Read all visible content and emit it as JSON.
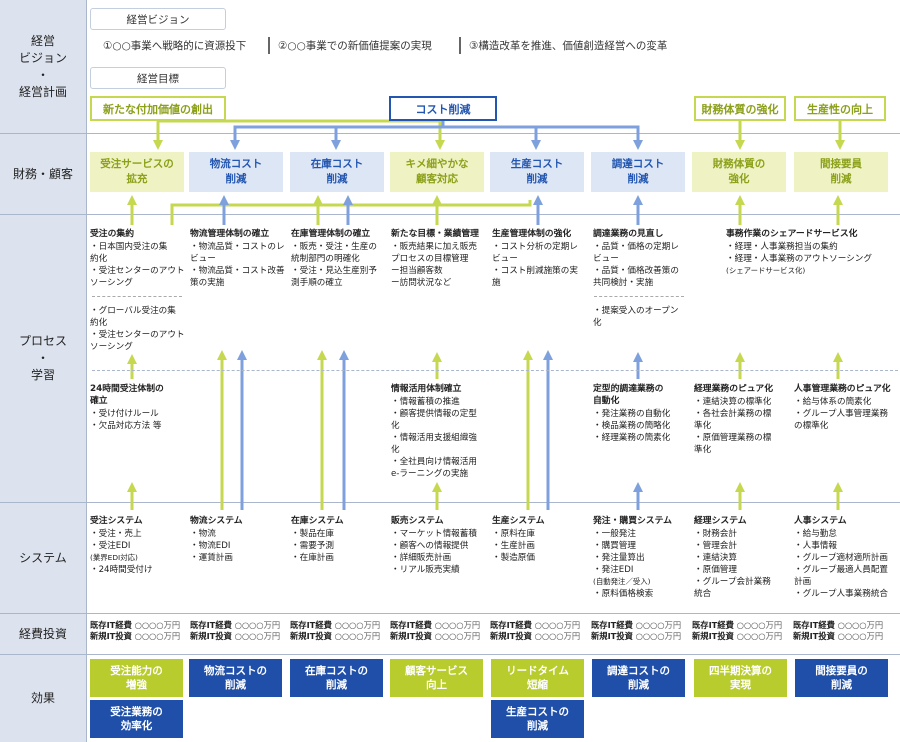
{
  "side_labels": {
    "plan": "経営\nビジョン\n・\n経営計画",
    "finance": "財務・顧客",
    "process": "プロセス\n・\n学習",
    "system": "システム",
    "invest": "経費投資",
    "effect": "効果"
  },
  "vision": {
    "tab": "経営ビジョン",
    "items": [
      "①○○事業へ戦略的に資源投下",
      "②○○事業での新価値提案の実現",
      "③構造改革を推進、価値創造経営への変革"
    ]
  },
  "goals": {
    "tab": "経営目標",
    "items": [
      {
        "label": "新たな付加価値の創出",
        "color": "green"
      },
      {
        "label": "コスト削減",
        "color": "blue"
      },
      {
        "label": "財務体質の強化",
        "color": "green"
      },
      {
        "label": "生産性の向上",
        "color": "green"
      }
    ]
  },
  "finance": [
    {
      "label": "受注サービスの\n拡充",
      "color": "green"
    },
    {
      "label": "物流コスト\n削減",
      "color": "blue"
    },
    {
      "label": "在庫コスト\n削減",
      "color": "blue"
    },
    {
      "label": "キメ細やかな\n顧客対応",
      "color": "green"
    },
    {
      "label": "生産コスト\n削減",
      "color": "blue"
    },
    {
      "label": "調達コスト\n削減",
      "color": "blue"
    },
    {
      "label": "財務体質の\n強化",
      "color": "green"
    },
    {
      "label": "間接要員\n削減",
      "color": "green"
    }
  ],
  "process": {
    "col1": [
      {
        "title": "受注の集約",
        "items": [
          "・日本国内受注の集\n  約化",
          "・受注センターのアウト\n  ソーシング"
        ]
      },
      {
        "title": "",
        "items": [
          "・グローバル受注の集\n  約化",
          "・受注センターのアウト\n  ソーシング"
        ]
      },
      {
        "title": "24時間受注体制の\n確立",
        "items": [
          "・受け付けルール",
          "・欠品対応方法 等"
        ]
      }
    ],
    "col2": [
      {
        "title": "物流管理体制の確立",
        "items": [
          "・物流品質・コストのレ\n  ビュー",
          "・物流品質・コスト改善\n  策の実施"
        ]
      }
    ],
    "col3": [
      {
        "title": "在庫管理体制の確立",
        "items": [
          "・販売・受注・生産の\n  統制部門の明確化",
          "・受注・見込生産別予\n  測手順の確立"
        ]
      }
    ],
    "col4": [
      {
        "title": "新たな目標・業績管理",
        "items": [
          "・販売結果に加え販売\n  プロセスの目標管理",
          "  ー担当顧客数",
          "  ー訪問状況など"
        ]
      },
      {
        "title": "情報活用体制確立",
        "items": [
          "・情報蓄積の推進",
          "・顧客提供情報の定型\n  化",
          "・情報活用支援組織強\n  化",
          "・全社員向け情報活用\n  e-ラーニングの実施"
        ]
      }
    ],
    "col5": [
      {
        "title": "生産管理体制の強化",
        "items": [
          "・コスト分析の定期レ\n  ビュー",
          "・コスト削減施策の実\n  施"
        ]
      }
    ],
    "col6": [
      {
        "title": "調達業務の見直し",
        "items": [
          "・品質・価格の定期レ\n  ビュー",
          "・品質・価格改善策の\n  共同検討・実施"
        ]
      },
      {
        "title": "",
        "items": [
          "・提案受入のオープン\n  化"
        ]
      },
      {
        "title": "定型的調達業務の\n自動化",
        "items": [
          "・発注業務の自動化",
          "・検品業務の簡略化",
          "・経理業務の簡素化"
        ]
      }
    ],
    "col7": [
      {
        "title": "事務作業のシェアードサービス化",
        "items": [
          "・経理・人事業務担当の集約",
          "・経理・人事業務のアウトソーシング",
          "  (シェアードサービス化)"
        ]
      },
      {
        "title": "経理業務のピュア化",
        "items": [
          "・連結決算の標準化",
          "・各社会計業務の標\n  準化",
          "・原価管理業務の標\n  準化"
        ]
      }
    ],
    "col8": [
      {
        "title": "人事管理業務のピュア化",
        "items": [
          "・給与体系の簡素化",
          "・グループ人事管理業務\n  の標準化"
        ]
      }
    ]
  },
  "systems": [
    {
      "title": "受注システム",
      "items": [
        "・受注・売上",
        "・受注EDI",
        "  (業界EDI対応)",
        "・24時間受付け"
      ]
    },
    {
      "title": "物流システム",
      "items": [
        "・物流",
        "・物流EDI",
        "・運賃計画"
      ]
    },
    {
      "title": "在庫システム",
      "items": [
        "・製品在庫",
        "・需要予測",
        "・在庫計画"
      ]
    },
    {
      "title": "販売システム",
      "items": [
        "・マーケット情報蓄積",
        "・顧客への情報提供",
        "・詳細販売計画",
        "・リアル販売実績"
      ]
    },
    {
      "title": "生産システム",
      "items": [
        "・原料在庫",
        "・生産計画",
        "・製造原価"
      ]
    },
    {
      "title": "発注・購買システム",
      "items": [
        "・一般発注",
        "・購買管理",
        "・発注量算出",
        "・発注EDI",
        "  (自動発注／受入)",
        "・原料価格検索"
      ]
    },
    {
      "title": "経理システム",
      "items": [
        "・財務会計",
        "・管理会計",
        "・連結決算",
        "・原価管理",
        "・グループ会計業務\n  統合"
      ]
    },
    {
      "title": "人事システム",
      "items": [
        "・給与勤怠",
        "・人事情報",
        "・グループ適材適所計画",
        "・グループ最適人員配置\n  計画",
        "・グループ人事業務統合"
      ]
    }
  ],
  "cost": {
    "existing": "既存IT経費",
    "new": "新規IT投資",
    "amount": "○○○○万円"
  },
  "effects": {
    "row1": [
      {
        "label": "受注能力の\n増強",
        "color": "green"
      },
      {
        "label": "物流コストの\n削減",
        "color": "blue"
      },
      {
        "label": "在庫コストの\n削減",
        "color": "blue"
      },
      {
        "label": "顧客サービス\n向上",
        "color": "green"
      },
      {
        "label": "リードタイム\n短縮",
        "color": "green"
      },
      {
        "label": "調達コストの\n削減",
        "color": "blue"
      },
      {
        "label": "四半期決算の\n実現",
        "color": "green"
      },
      {
        "label": "間接要員の\n削減",
        "color": "blue"
      }
    ],
    "row2": [
      {
        "label": "受注業務の\n効率化",
        "color": "blue"
      },
      {
        "label": "生産コストの\n削減",
        "color": "blue"
      }
    ]
  },
  "colors": {
    "green": "#b9cc2d",
    "blue": "#1f4fa8",
    "light_green": "#eff3c3",
    "light_blue": "#dde6f5"
  }
}
